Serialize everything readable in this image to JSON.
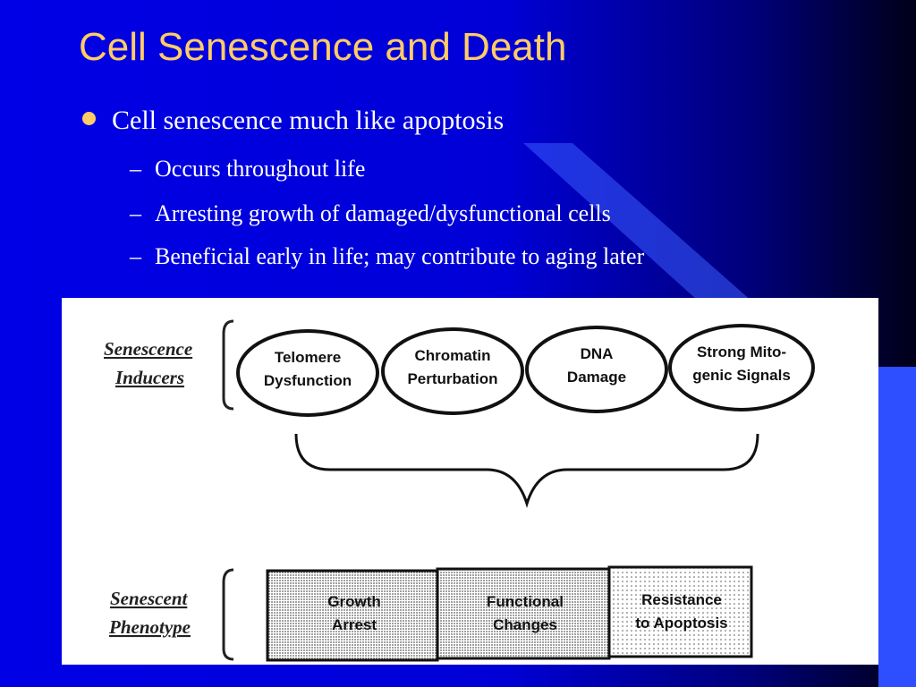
{
  "slide": {
    "title": "Cell Senescence and Death",
    "bullet": "Cell senescence much like apoptosis",
    "sub_bullets": [
      "Occurs throughout life",
      "Arresting growth of damaged/dysfunctional cells",
      "Beneficial early in life; may contribute to aging later"
    ],
    "colors": {
      "background": "#0000e6",
      "title": "#ffcc66",
      "text": "#ffffff",
      "accent": "#3366ff"
    }
  },
  "diagram": {
    "inducers_label": [
      "Senescence",
      "Inducers"
    ],
    "inducers": [
      [
        "Telomere",
        "Dysfunction"
      ],
      [
        "Chromatin",
        "Perturbation"
      ],
      [
        "DNA",
        "Damage"
      ],
      [
        "Strong Mito-",
        "genic Signals"
      ]
    ],
    "phenotype_label": [
      "Senescent",
      "Phenotype"
    ],
    "phenotypes": [
      [
        "Growth",
        "Arrest"
      ],
      [
        "Functional",
        "Changes"
      ],
      [
        "Resistance",
        "to Apoptosis"
      ]
    ]
  }
}
